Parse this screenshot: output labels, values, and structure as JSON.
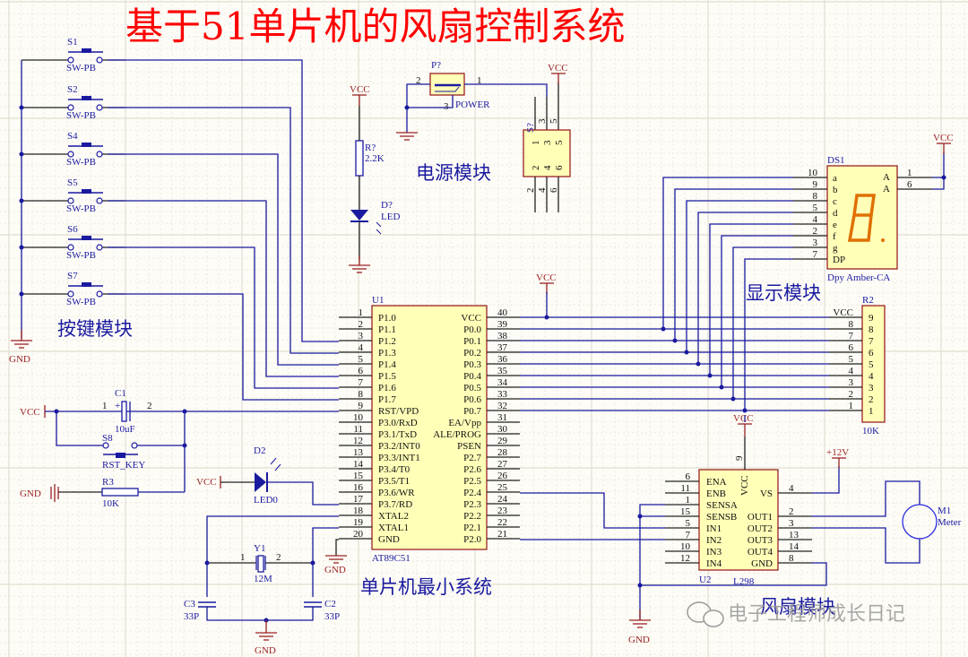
{
  "title": "基于51单片机的风扇控制系统",
  "watermark": "电子工程师成长日记",
  "colors": {
    "wire": "#1a1aa0",
    "power": "#9b2323",
    "title": "#ff0000",
    "body": "#ffffb8",
    "segment": "#e07000"
  },
  "modules": {
    "keys": "按键模块",
    "power": "电源模块",
    "display": "显示模块",
    "mcu": "单片机最小系统",
    "fan": "风扇模块"
  },
  "power_labels": {
    "vcc": "VCC",
    "gnd": "GND",
    "v12": "+12V"
  },
  "switches": [
    {
      "ref": "S1",
      "value": "SW-PB"
    },
    {
      "ref": "S2",
      "value": "SW-PB"
    },
    {
      "ref": "S4",
      "value": "SW-PB"
    },
    {
      "ref": "S5",
      "value": "SW-PB"
    },
    {
      "ref": "S6",
      "value": "SW-PB"
    },
    {
      "ref": "S7",
      "value": "SW-PB"
    }
  ],
  "power_module": {
    "resistor": {
      "ref": "R?",
      "value": "2.2K"
    },
    "led": {
      "ref": "D?",
      "value": "LED"
    },
    "jack": {
      "ref": "P?",
      "value": "POWER",
      "pins": [
        "2",
        "1",
        "3"
      ]
    },
    "switch": {
      "ref": "S?",
      "pins_top": [
        "1",
        "3",
        "5"
      ],
      "pins_bottom": [
        "2",
        "4",
        "6"
      ],
      "ext_top": [
        "3",
        "5"
      ],
      "ext_bottom": [
        "2",
        "4",
        "6"
      ]
    }
  },
  "display": {
    "ref": "DS1",
    "value": "Dpy Amber-CA",
    "pins": [
      {
        "num": "10",
        "name": "a"
      },
      {
        "num": "9",
        "name": "b"
      },
      {
        "num": "8",
        "name": "c"
      },
      {
        "num": "5",
        "name": "d"
      },
      {
        "num": "4",
        "name": "e"
      },
      {
        "num": "2",
        "name": "f"
      },
      {
        "num": "3",
        "name": "g"
      },
      {
        "num": "7",
        "name": "DP"
      }
    ],
    "common": [
      {
        "num": "1",
        "name": "A"
      },
      {
        "num": "6",
        "name": "A"
      }
    ]
  },
  "resistor_pack": {
    "ref": "R2",
    "value": "10K",
    "pins": [
      {
        "num": "9",
        "net": "VCC"
      },
      {
        "num": "8",
        "net": "8"
      },
      {
        "num": "7",
        "net": "7"
      },
      {
        "num": "6",
        "net": "6"
      },
      {
        "num": "5",
        "net": "5"
      },
      {
        "num": "4",
        "net": "4"
      },
      {
        "num": "3",
        "net": "3"
      },
      {
        "num": "2",
        "net": "2"
      },
      {
        "num": "1",
        "net": "1"
      }
    ]
  },
  "mcu": {
    "ref": "U1",
    "value": "AT89C51",
    "left_pins": [
      {
        "num": "1",
        "name": "P1.0"
      },
      {
        "num": "2",
        "name": "P1.1"
      },
      {
        "num": "3",
        "name": "P1.2"
      },
      {
        "num": "4",
        "name": "P1.3"
      },
      {
        "num": "5",
        "name": "P1.4"
      },
      {
        "num": "6",
        "name": "P1.5"
      },
      {
        "num": "7",
        "name": "P1.6"
      },
      {
        "num": "8",
        "name": "P1.7"
      },
      {
        "num": "9",
        "name": "RST/VPD"
      },
      {
        "num": "10",
        "name": "P3.0/RxD"
      },
      {
        "num": "11",
        "name": "P3.1/TxD"
      },
      {
        "num": "12",
        "name": "P3.2/INT0"
      },
      {
        "num": "13",
        "name": "P3.3/INT1"
      },
      {
        "num": "14",
        "name": "P3.4/T0"
      },
      {
        "num": "15",
        "name": "P3.5/T1"
      },
      {
        "num": "16",
        "name": "P3.6/WR"
      },
      {
        "num": "17",
        "name": "P3.7/RD"
      },
      {
        "num": "18",
        "name": "XTAL2"
      },
      {
        "num": "19",
        "name": "XTAL1"
      },
      {
        "num": "20",
        "name": "GND"
      }
    ],
    "right_pins": [
      {
        "num": "40",
        "name": "VCC"
      },
      {
        "num": "39",
        "name": "P0.0"
      },
      {
        "num": "38",
        "name": "P0.1"
      },
      {
        "num": "37",
        "name": "P0.2"
      },
      {
        "num": "36",
        "name": "P0.3"
      },
      {
        "num": "35",
        "name": "P0.4"
      },
      {
        "num": "34",
        "name": "P0.5"
      },
      {
        "num": "33",
        "name": "P0.6"
      },
      {
        "num": "32",
        "name": "P0.7"
      },
      {
        "num": "31",
        "name": "EA/Vpp"
      },
      {
        "num": "30",
        "name": "ALE/PROG"
      },
      {
        "num": "29",
        "name": "PSEN"
      },
      {
        "num": "28",
        "name": "P2.7"
      },
      {
        "num": "27",
        "name": "P2.6"
      },
      {
        "num": "26",
        "name": "P2.5"
      },
      {
        "num": "25",
        "name": "P2.4"
      },
      {
        "num": "24",
        "name": "P2.3"
      },
      {
        "num": "23",
        "name": "P2.2"
      },
      {
        "num": "22",
        "name": "P2.1"
      },
      {
        "num": "21",
        "name": "P2.0"
      }
    ]
  },
  "reset": {
    "cap": {
      "ref": "C1",
      "value": "10uF",
      "pin1": "1",
      "pin2": "2",
      "plus": "+"
    },
    "switch": {
      "ref": "S8",
      "value": "RST_KEY"
    },
    "resistor": {
      "ref": "R3",
      "value": "10K"
    }
  },
  "led0": {
    "ref": "D2",
    "value": "LED0"
  },
  "crystal": {
    "ref": "Y1",
    "value": "12M",
    "pin1": "1",
    "pin2": "2"
  },
  "caps": [
    {
      "ref": "C3",
      "value": "33P"
    },
    {
      "ref": "C2",
      "value": "33P"
    }
  ],
  "driver": {
    "ref": "U2",
    "value": "L298",
    "left_pins": [
      {
        "num": "6",
        "name": "ENA"
      },
      {
        "num": "11",
        "name": "ENB"
      },
      {
        "num": "1",
        "name": "SENSA"
      },
      {
        "num": "15",
        "name": "SENSB"
      },
      {
        "num": "5",
        "name": "IN1"
      },
      {
        "num": "7",
        "name": "IN2"
      },
      {
        "num": "10",
        "name": "IN3"
      },
      {
        "num": "12",
        "name": "IN4"
      }
    ],
    "right_pins": [
      {
        "num": "4",
        "name": "VS"
      },
      {
        "num": "2",
        "name": "OUT1"
      },
      {
        "num": "3",
        "name": "OUT2"
      },
      {
        "num": "13",
        "name": "OUT3"
      },
      {
        "num": "14",
        "name": "OUT4"
      },
      {
        "num": "8",
        "name": "GND"
      }
    ],
    "top_pin": {
      "num": "9",
      "name": "VCC"
    }
  },
  "motor": {
    "ref": "M1",
    "value": "Meter"
  }
}
